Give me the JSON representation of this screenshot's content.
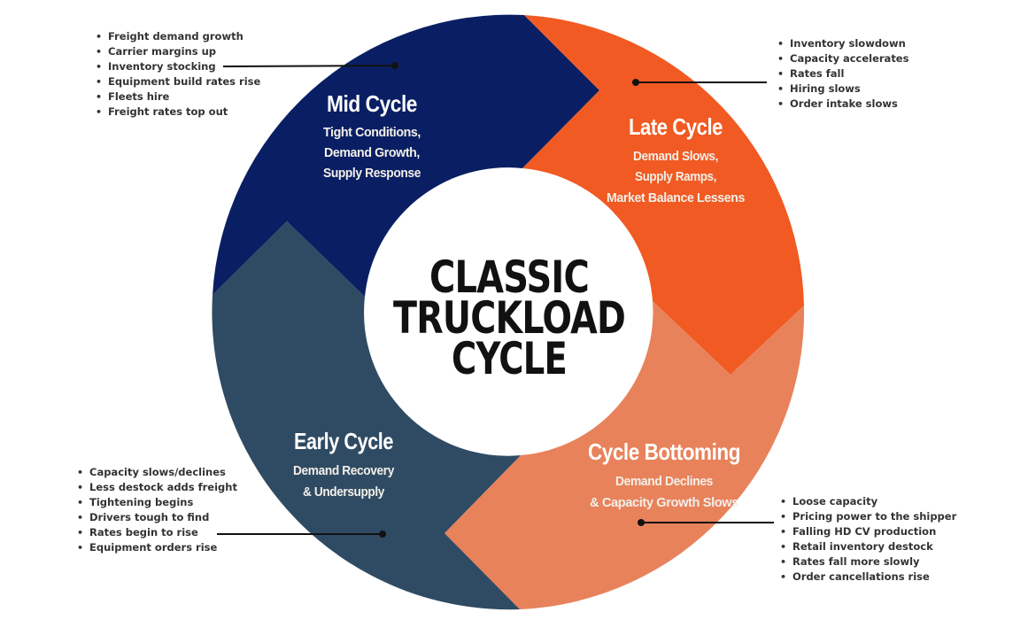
{
  "title": {
    "line1": "CLASSIC",
    "line2": "TRUCKLOAD",
    "line3": "CYCLE"
  },
  "colors": {
    "mid": "#0a1f63",
    "late": "#f15a22",
    "bottoming": "#e8825b",
    "early": "#2f4b63",
    "center": "#ffffff",
    "text_dark": "#111111",
    "bullet_text": "#333333",
    "connector": "#111111"
  },
  "phases": {
    "mid": {
      "title": "Mid Cycle",
      "subtitle": [
        "Tight Conditions,",
        "Demand Growth,",
        "Supply Response"
      ],
      "bullets": [
        "Freight demand growth",
        "Carrier margins up",
        "Inventory stocking",
        "Equipment build rates rise",
        "Fleets hire",
        "Freight rates top out"
      ]
    },
    "late": {
      "title": "Late Cycle",
      "subtitle": [
        "Demand Slows,",
        "Supply Ramps,",
        "Market Balance Lessens"
      ],
      "bullets": [
        "Inventory slowdown",
        "Capacity accelerates",
        "Rates fall",
        "Hiring slows",
        "Order intake slows"
      ]
    },
    "bottoming": {
      "title": "Cycle Bottoming",
      "subtitle": [
        "Demand Declines",
        "& Capacity Growth Slows"
      ],
      "bullets": [
        "Loose capacity",
        "Pricing power to the shipper",
        "Falling HD CV production",
        "Retail inventory destock",
        "Rates fall more slowly",
        "Order cancellations rise"
      ]
    },
    "early": {
      "title": "Early Cycle",
      "subtitle": [
        "Demand Recovery",
        "& Undersupply"
      ],
      "bullets": [
        "Capacity slows/declines",
        "Less destock adds freight",
        "Tightening begins",
        "Drivers tough to find",
        "Rates begin to rise",
        "Equipment orders rise"
      ]
    }
  }
}
